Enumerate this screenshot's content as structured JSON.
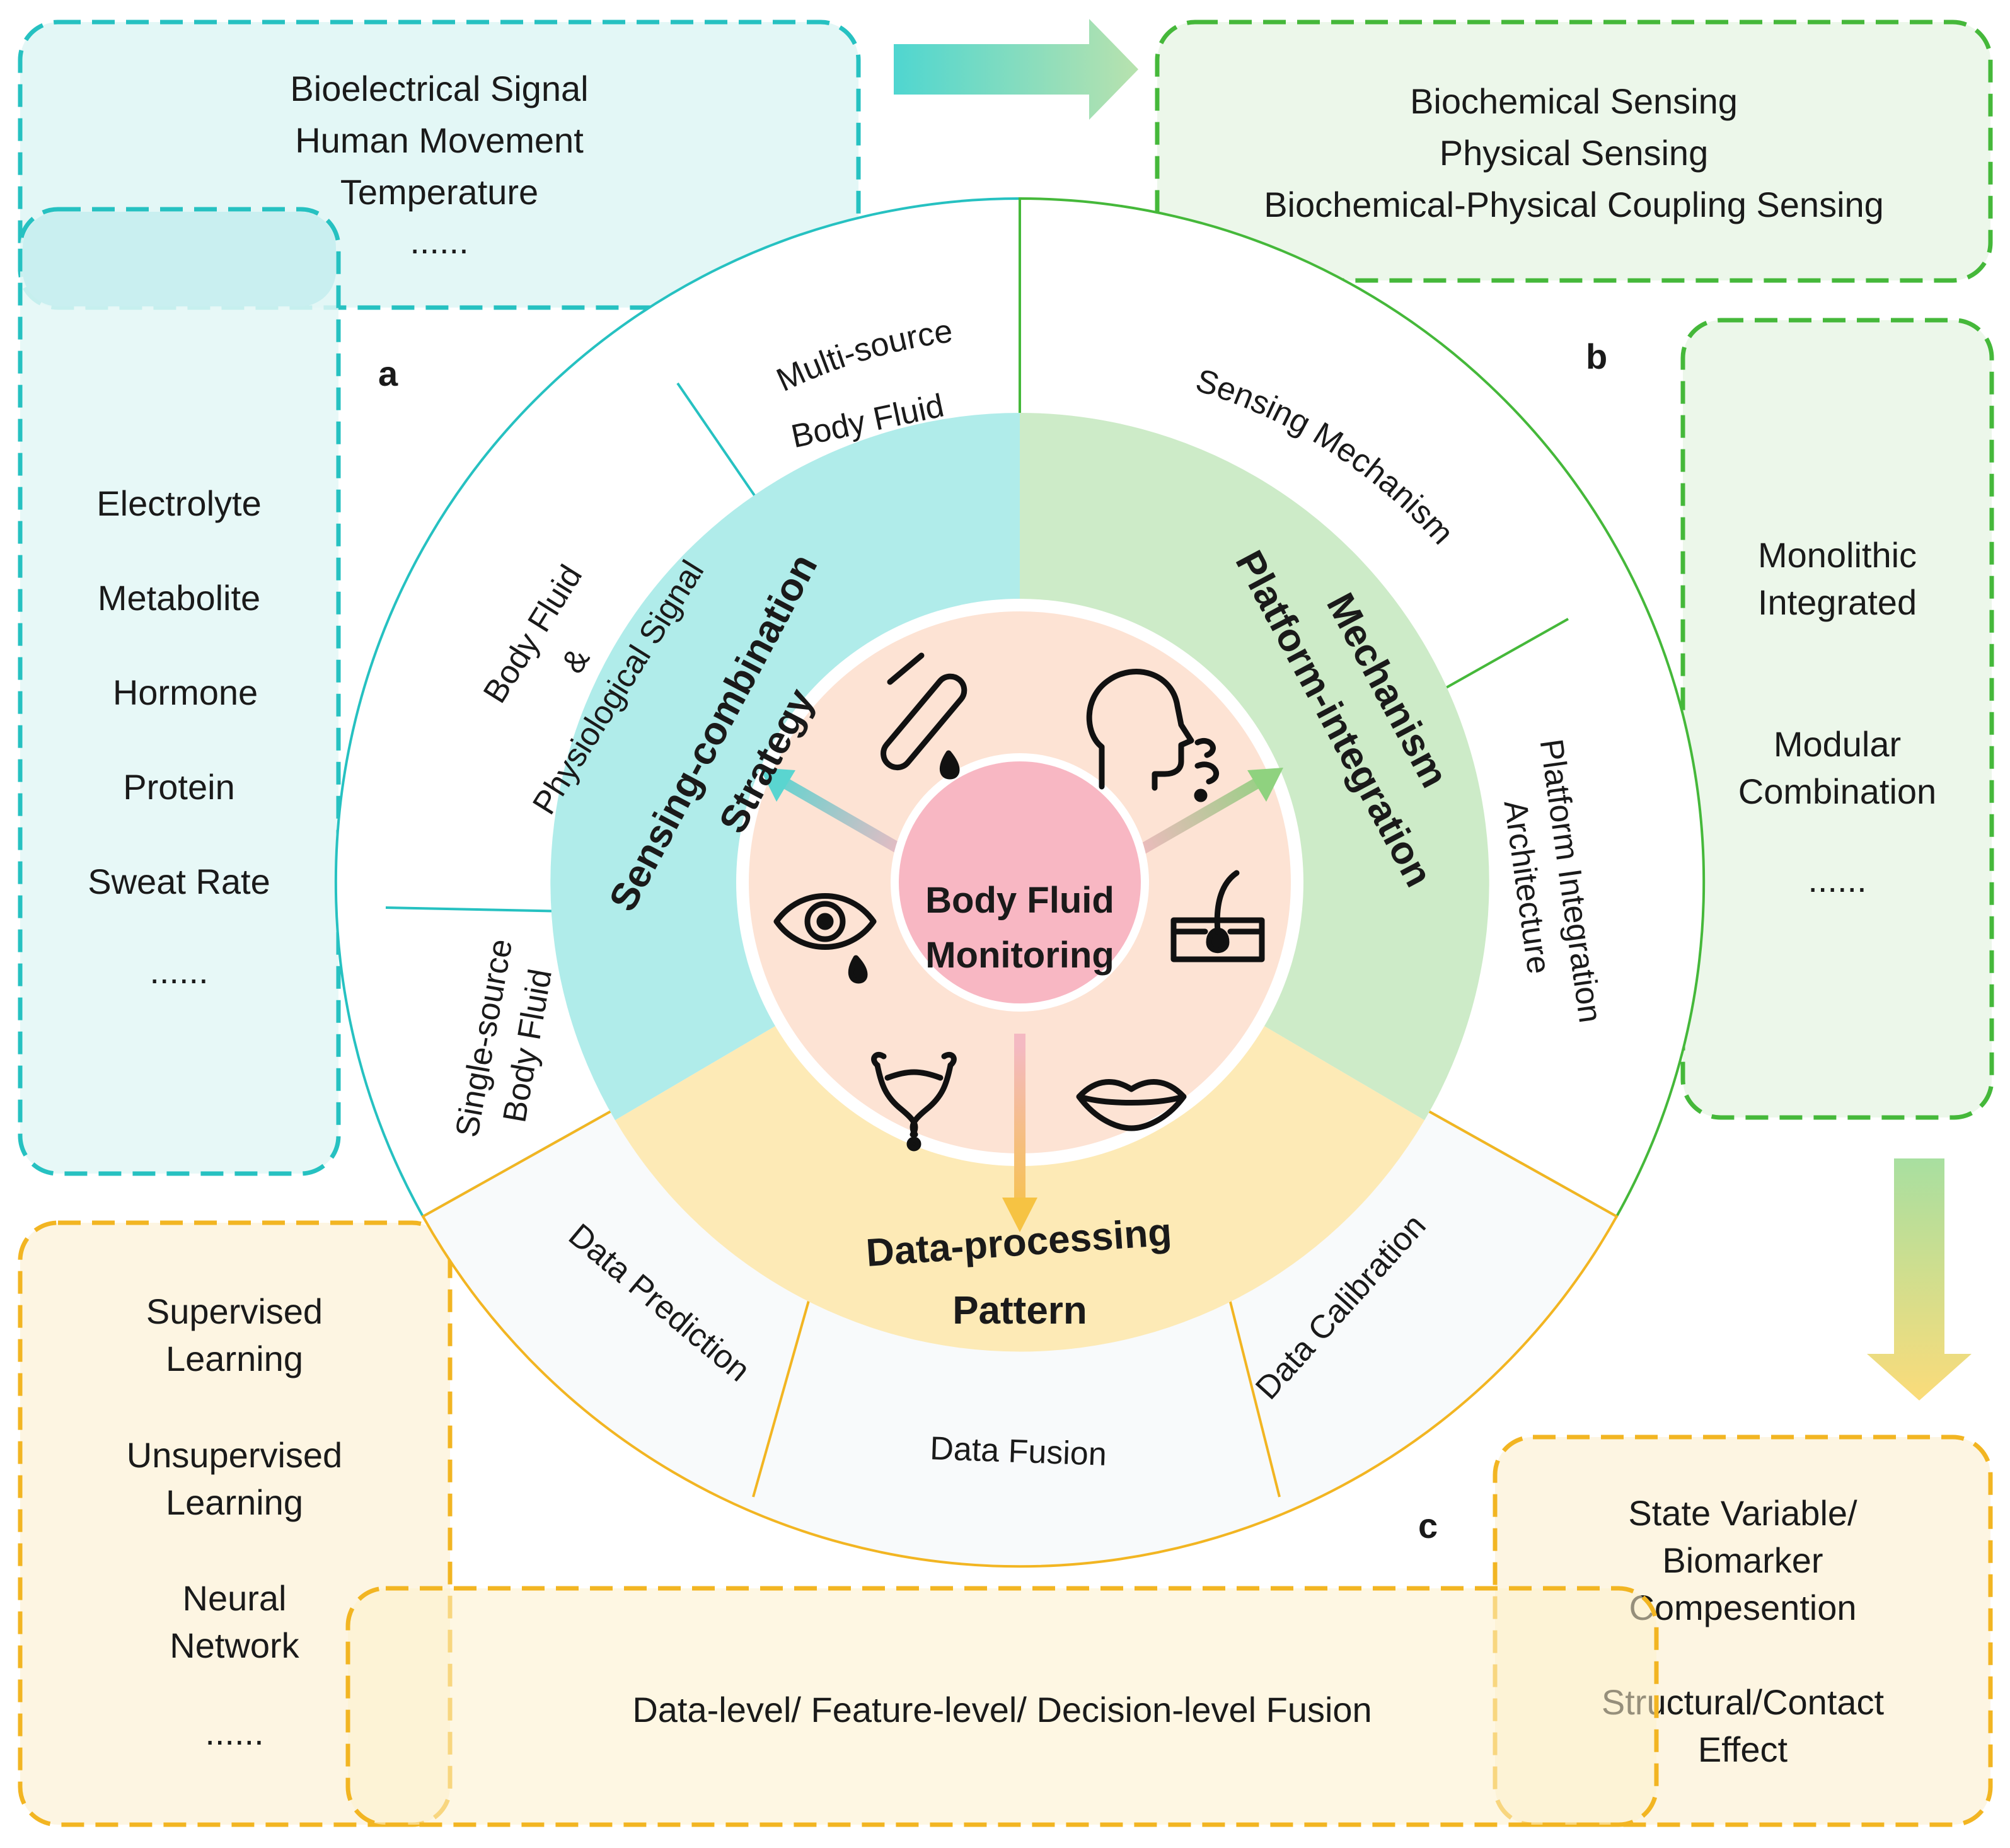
{
  "center": {
    "line1": "Body Fluid",
    "line2": "Monitoring"
  },
  "strategies": {
    "sensing": {
      "line1": "Sensing-combination",
      "line2": "Strategy"
    },
    "platform": {
      "line1": "Platform-integration",
      "line2": "Mechanism"
    },
    "data": {
      "line1": "Data-processing",
      "line2": "Pattern"
    }
  },
  "outer_ring": {
    "multi_source": {
      "line1": "Multi-source",
      "line2": "Body Fluid"
    },
    "body_fluid_physio": {
      "line1": "Body Fluid",
      "line2": "&",
      "line3": "Physiological Signal"
    },
    "single_source": {
      "line1": "Single-source",
      "line2": "Body Fluid"
    },
    "sensing_mechanism": "Sensing Mechanism",
    "platform_architecture": {
      "line1": "Platform Integration",
      "line2": "Architecture"
    },
    "data_prediction": "Data Prediction",
    "data_fusion": "Data Fusion",
    "data_calibration": "Data Calibration"
  },
  "panel_letters": {
    "a": "a",
    "b": "b",
    "c": "c"
  },
  "boxes": {
    "physiological": {
      "items": [
        "Bioelectrical Signal",
        "Human Movement",
        "Temperature",
        "......"
      ]
    },
    "biomarkers": {
      "items": [
        "Electrolyte",
        "Metabolite",
        "Hormone",
        "Protein",
        "Sweat Rate",
        "......"
      ]
    },
    "sensing_types": {
      "items": [
        "Biochemical Sensing",
        "Physical Sensing",
        "Biochemical-Physical Coupling Sensing"
      ]
    },
    "integration": {
      "items": [
        "Monolithic",
        "Integrated",
        "Modular",
        "Combination",
        "......"
      ]
    },
    "learning": {
      "items": [
        "Supervised",
        "Learning",
        "Unsupervised",
        "Learning",
        "Neural",
        "Network",
        "......"
      ]
    },
    "fusion": {
      "text": "Data-level/ Feature-level/ Decision-level Fusion"
    },
    "compensation": {
      "items": [
        "State Variable/",
        "Biomarker",
        "Compesention",
        "Structural/Contact",
        "Effect"
      ]
    }
  },
  "colors": {
    "teal": "#26c1c1",
    "teal_fill": "#b0ecea",
    "teal_light": "#e3f7f6",
    "green": "#45b83a",
    "green_fill": "#cdebc8",
    "green_light": "#ecf7ea",
    "yellow": "#f2b522",
    "yellow_fill": "#fdeab6",
    "yellow_light": "#fdf5e2",
    "peach": "#fde3d4",
    "pink": "#f8b7c3"
  },
  "icons": [
    "test-tube-icon",
    "face-breath-icon",
    "eye-tear-icon",
    "hair-follicle-icon",
    "bladder-icon",
    "lips-icon"
  ]
}
